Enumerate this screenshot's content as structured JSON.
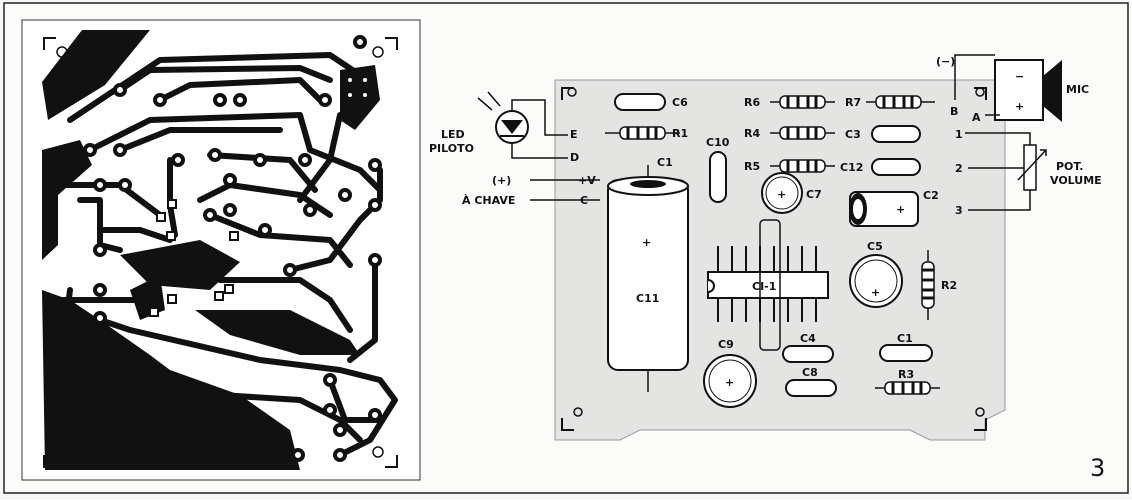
{
  "figure_number": "3",
  "connection_letters": {
    "E": "E",
    "D": "D",
    "plus_v": "+V",
    "C": "C",
    "B": "B",
    "A": "A",
    "pin1": "1",
    "pin2": "2",
    "pin3": "3",
    "minus": "(−)"
  },
  "labels": {
    "led": "LED",
    "piloto": "PILOTO",
    "plus_in": "(+)",
    "a_chave": "À CHAVE",
    "mic": "MIC",
    "pot": "POT.",
    "volume": "VOLUME"
  },
  "components": {
    "C1": "C1",
    "C2": "C2",
    "C3": "C3",
    "C4": "C4",
    "C5": "C5",
    "C6": "C6",
    "C7": "C7",
    "C8": "C8",
    "C9": "C9",
    "C10": "C10",
    "C11": "C11",
    "C12": "C12",
    "R1": "R1",
    "R2": "R2",
    "R3": "R3",
    "R4": "R4",
    "R5": "R5",
    "R6": "R6",
    "R7": "R7",
    "CI1": "CI-1"
  },
  "colors": {
    "ink": "#111111",
    "paper": "#f7f7f5",
    "board": "#e4e4e2"
  }
}
